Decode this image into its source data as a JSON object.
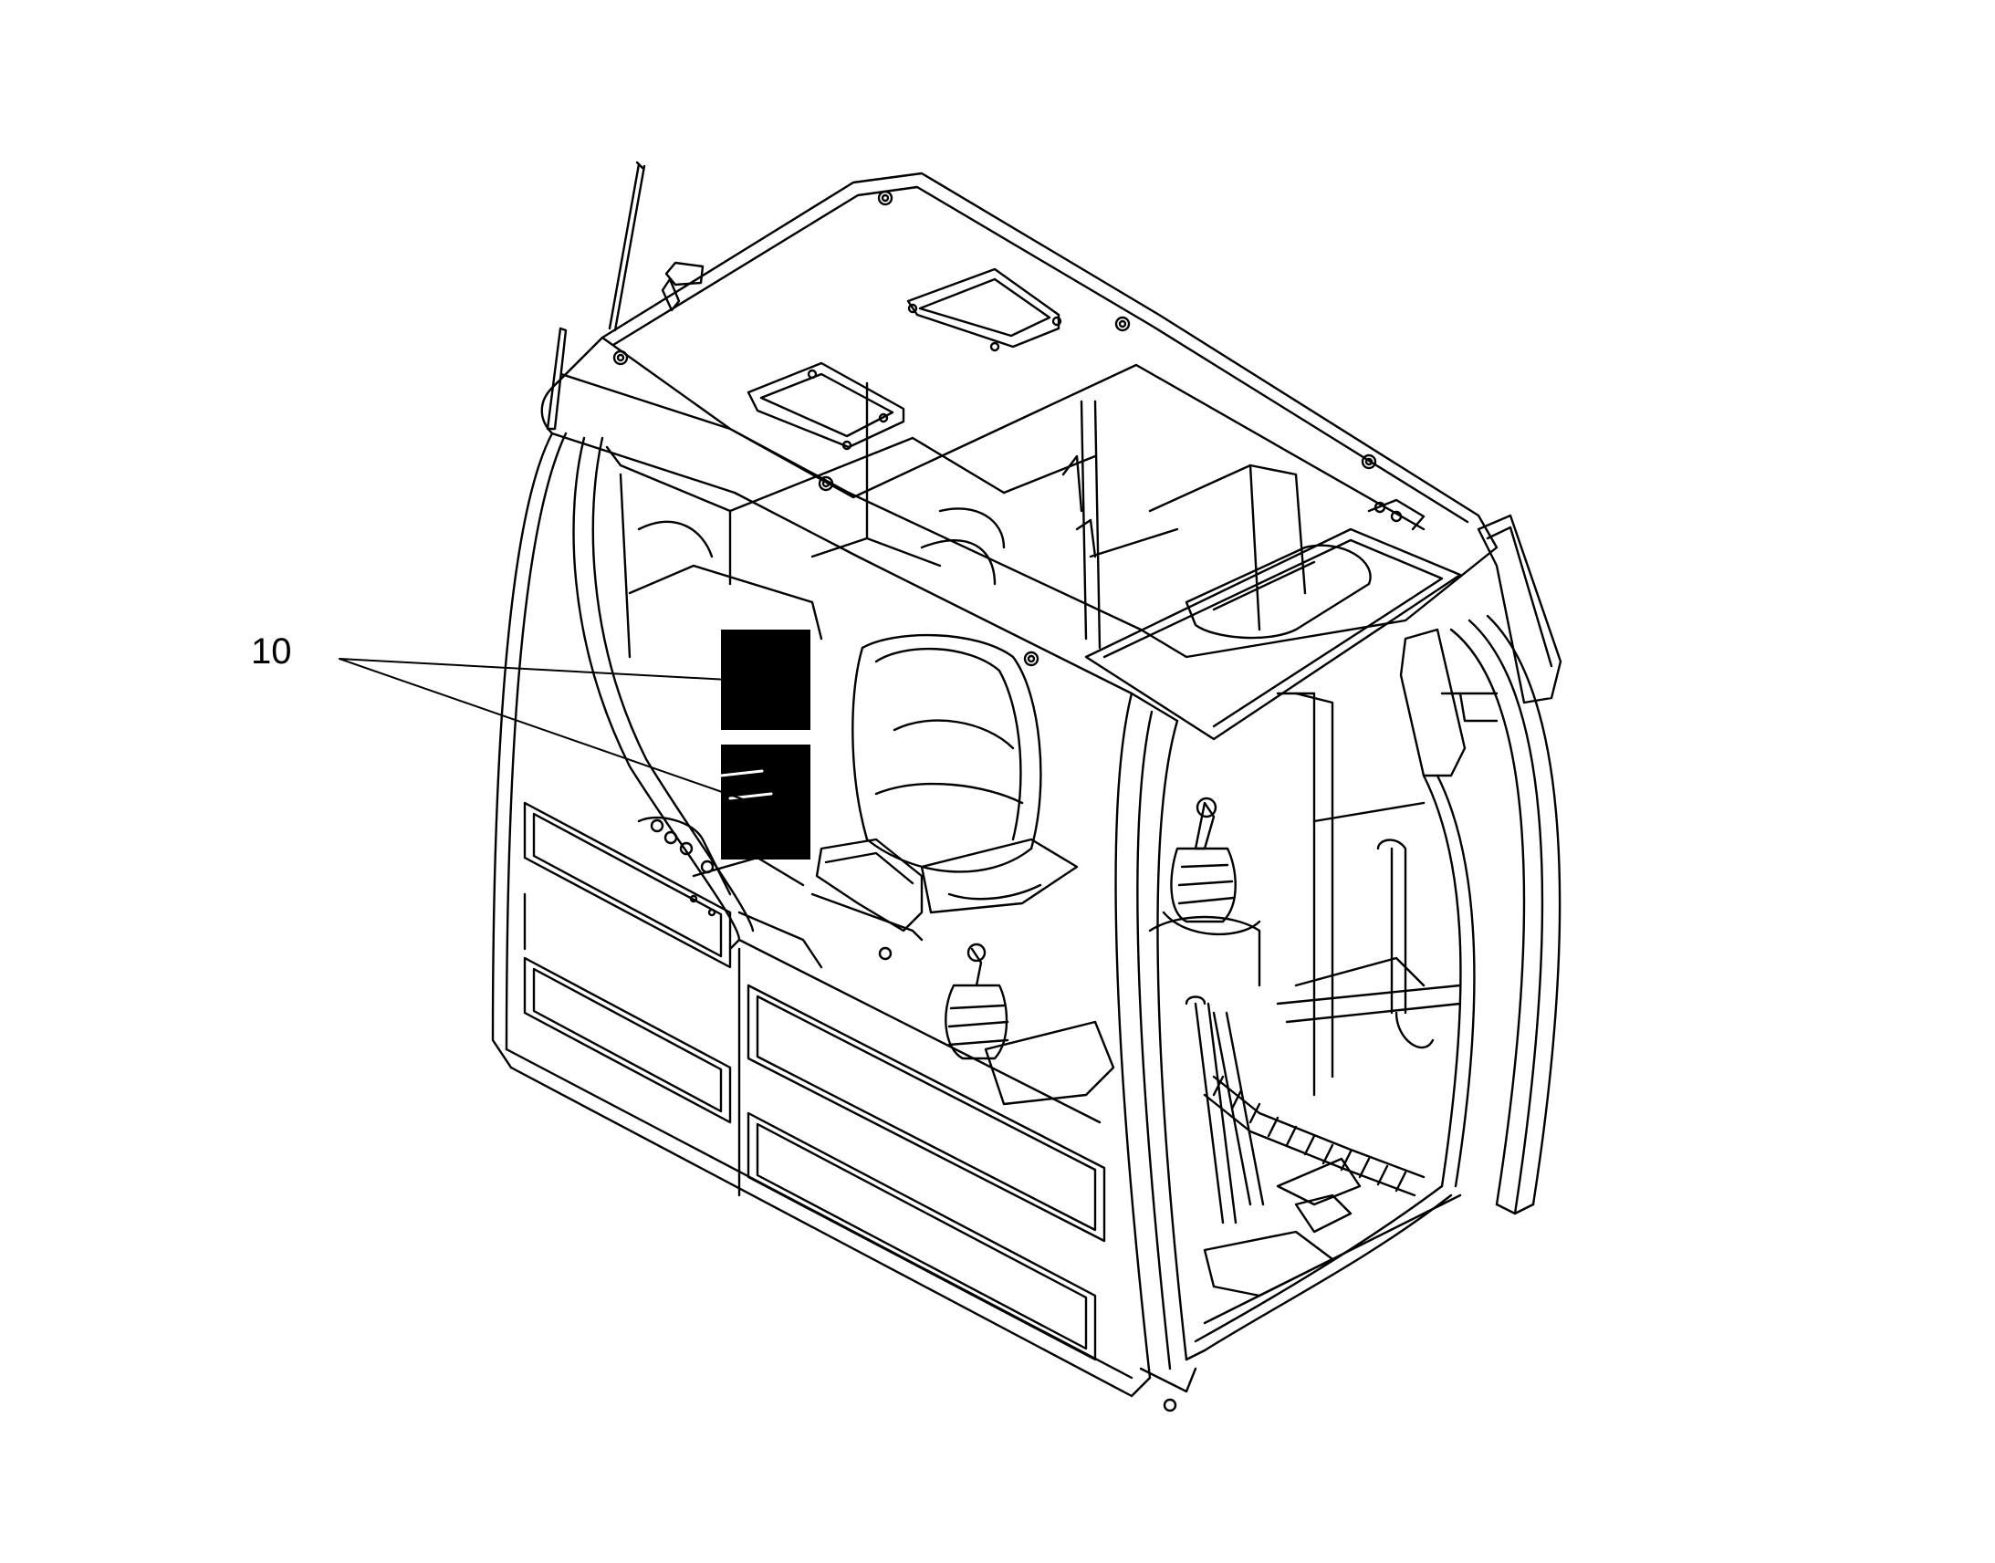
{
  "diagram": {
    "subject": "excavator-operator-cab",
    "line_color": "#000000",
    "background_color": "#ffffff",
    "callouts": [
      {
        "id": "callout-10",
        "label": "10",
        "target": "cab-decal-labels",
        "leader_count": 2
      }
    ],
    "decals": [
      {
        "id": "decal-upper",
        "fill": "#000000"
      },
      {
        "id": "decal-lower",
        "fill": "#000000"
      }
    ]
  }
}
